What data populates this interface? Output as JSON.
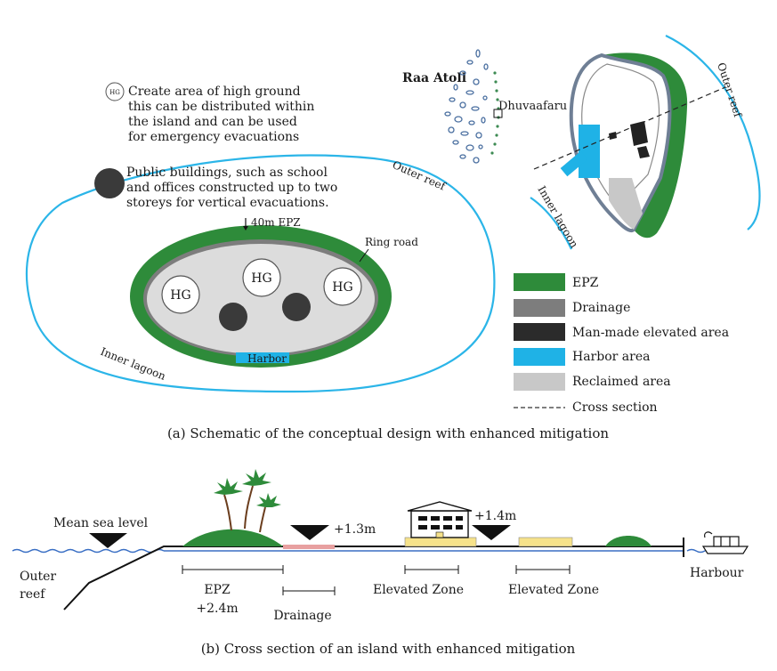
{
  "panel_a": {
    "caption": "(a) Schematic of the conceptual design with enhanced mitigation",
    "note_hg_lines": [
      "Create area of high ground",
      "this can be distributed within",
      "the island and can be used",
      "for emergency evacuations"
    ],
    "hg_symbol": "HG",
    "note_public_lines": [
      "Public buildings, such as school",
      "and offices constructed up to two",
      "storeys for vertical evacuations."
    ],
    "label_outer_reef_left": "Outer reef",
    "label_inner_lagoon_left": "Inner lagoon",
    "label_epz": "40m EPZ",
    "label_ring_road": "Ring road",
    "label_harbor": "Harbor",
    "hg_labels": [
      "HG",
      "HG",
      "HG"
    ],
    "atoll_title": "Raa Atoll",
    "atoll_island": "Dhuvaafaru",
    "label_outer_reef_right": "Outer reef",
    "label_inner_lagoon_right": "Inner lagoon",
    "legend": [
      {
        "label": "EPZ",
        "color": "#2e8b3a"
      },
      {
        "label": "Drainage",
        "color": "#7d7d7d"
      },
      {
        "label": "Man-made elevated area",
        "color": "#2b2b2b"
      },
      {
        "label": "Harbor area",
        "color": "#1fb2e6"
      },
      {
        "label": "Reclaimed area",
        "color": "#c8c8c8"
      },
      {
        "label": "Cross section",
        "color": "#333333"
      }
    ]
  },
  "panel_b": {
    "caption": "(b) Cross section of an island with enhanced mitigation",
    "label_msl": "Mean sea level",
    "label_outer": "Outer",
    "label_reef": "reef",
    "label_epz": "EPZ",
    "label_epz_height": "+2.4m",
    "label_drainage": "Drainage",
    "label_plus13": "+1.3m",
    "label_plus14": "+1.4m",
    "label_elev1": "Elevated Zone",
    "label_elev2": "Elevated Zone",
    "label_harbour": "Harbour"
  },
  "colors": {
    "reef_line": "#2bb5e8",
    "epz_green": "#2e8b3a",
    "reclaimed": "#d9d9d9",
    "harbor": "#1fb2e6",
    "elevated_yellow": "#f6e28a",
    "drainage_pink": "#e8a0a0",
    "water_blue": "#3a6fc4"
  }
}
